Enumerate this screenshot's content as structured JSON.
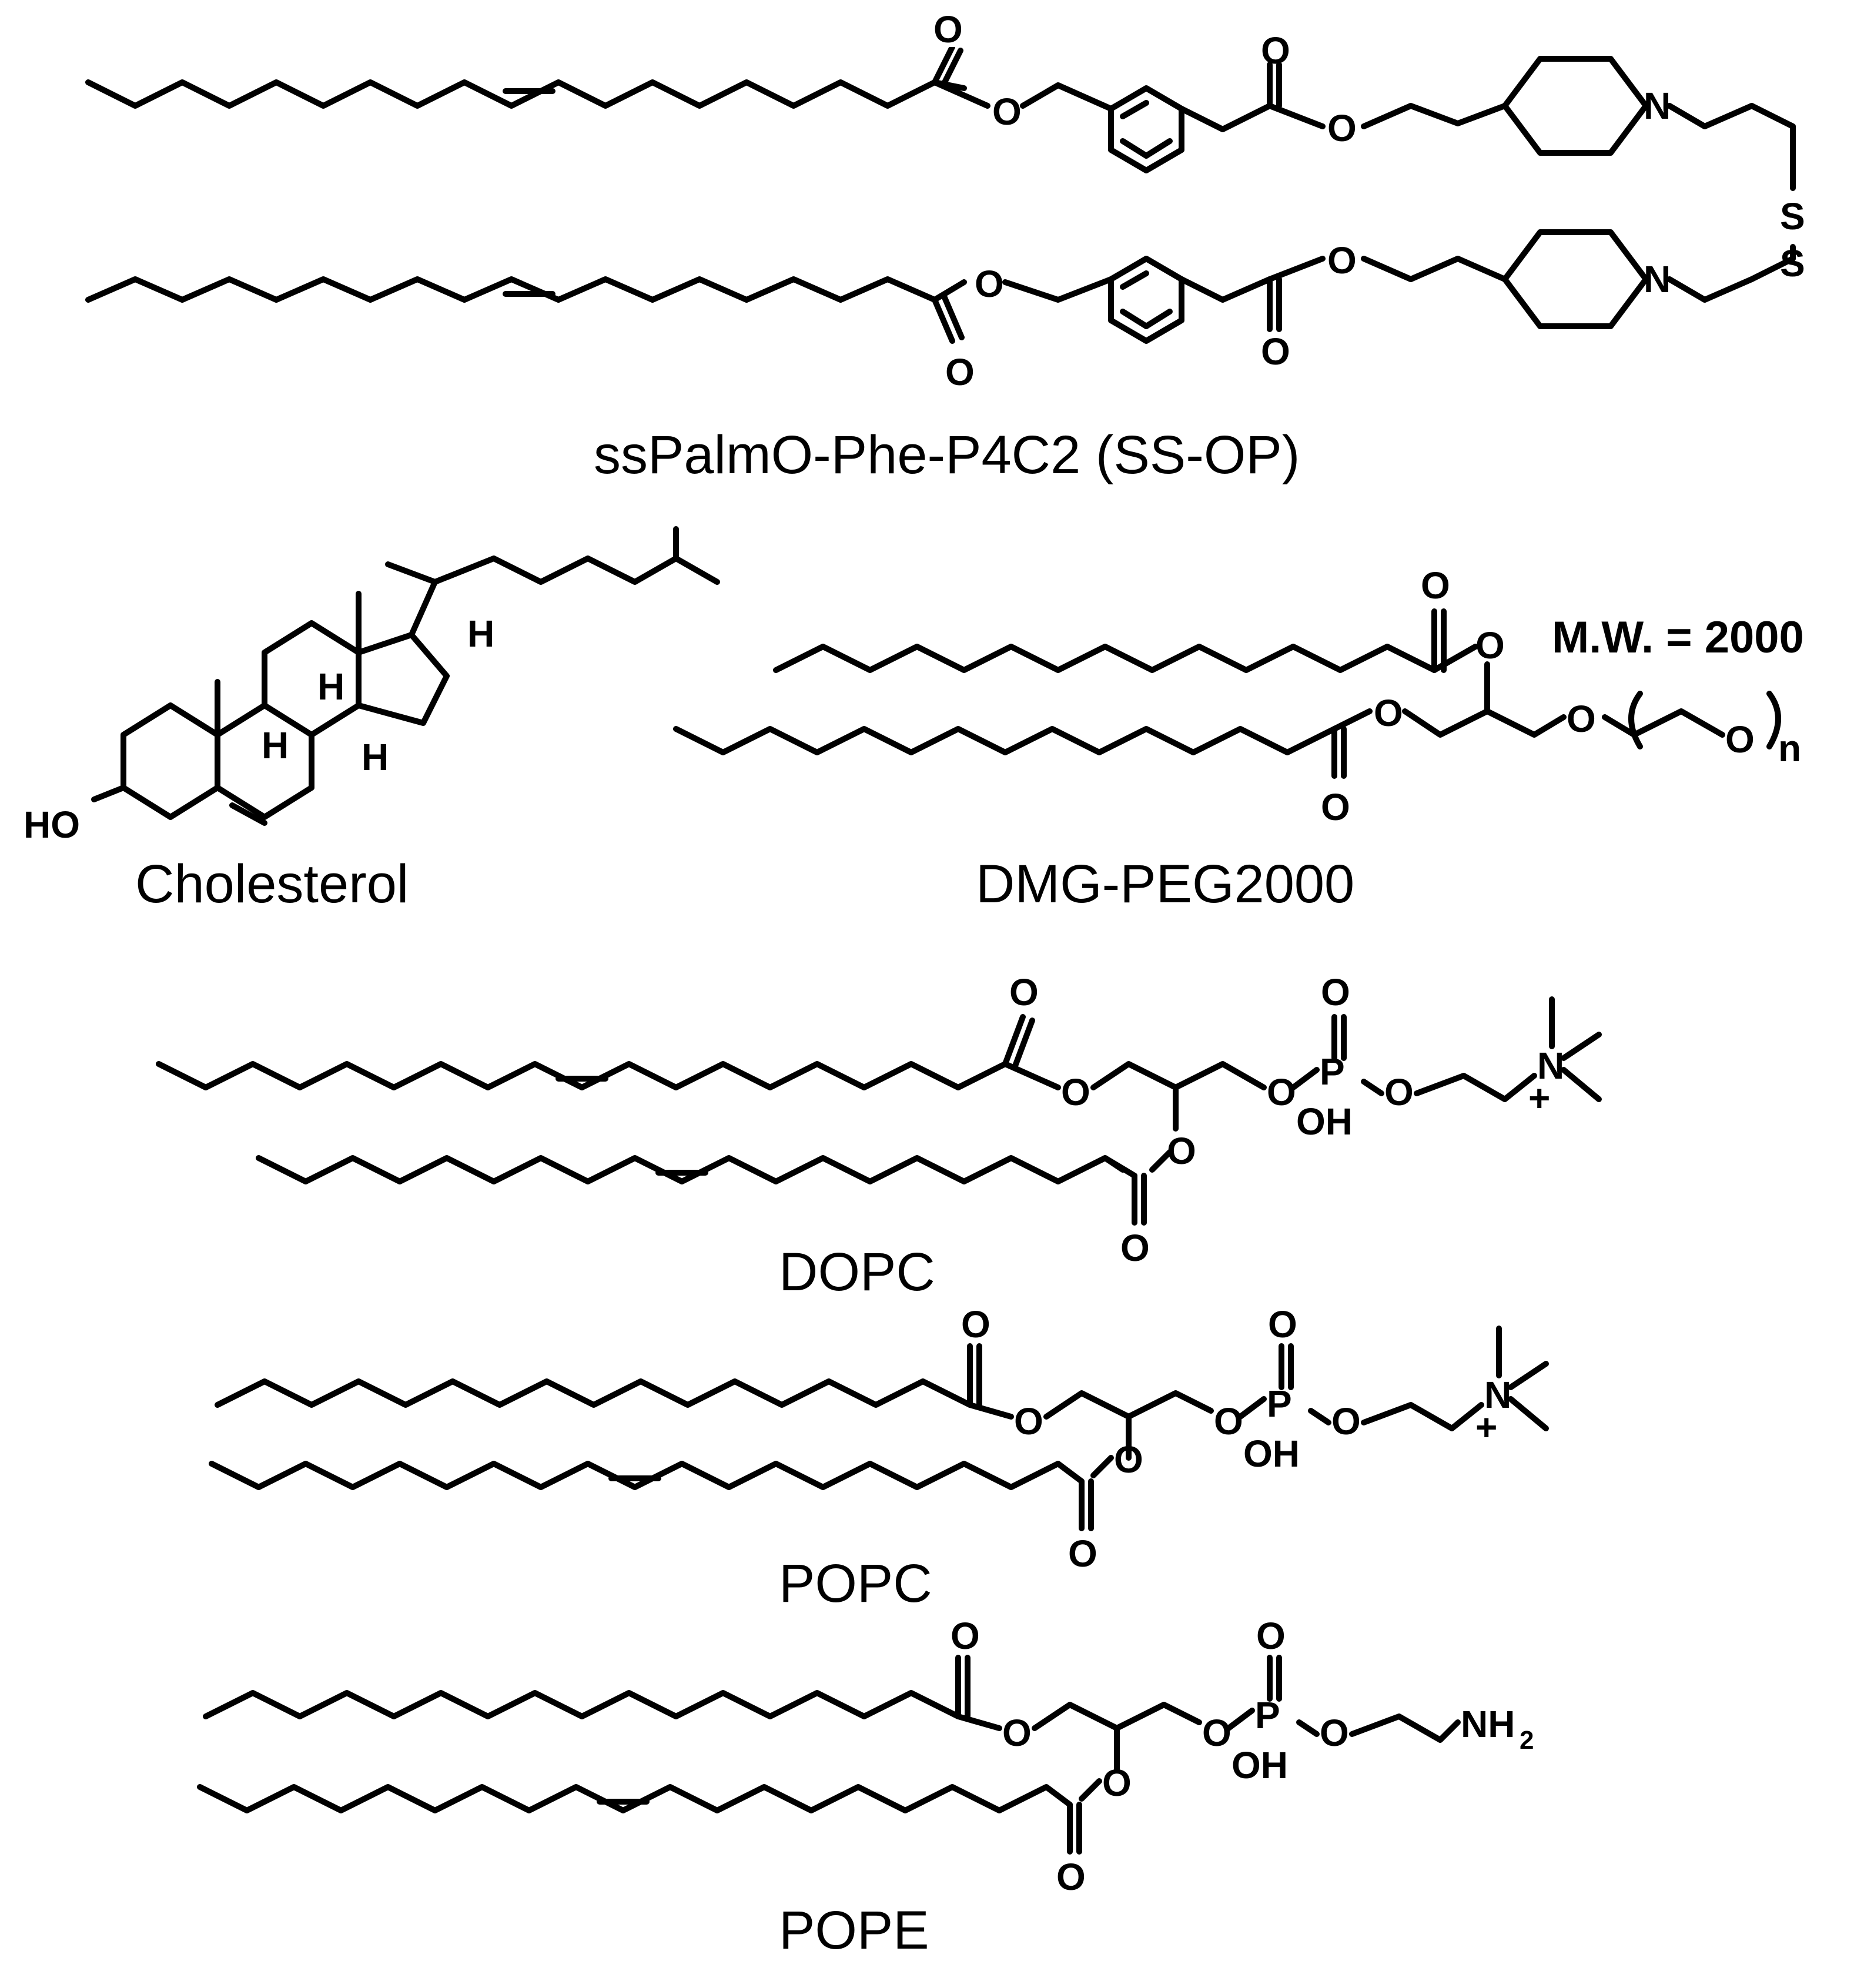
{
  "figure": {
    "background": "#ffffff",
    "ink": "#000000",
    "molecules": [
      {
        "id": "ssop",
        "caption": "ssPalmO-Phe-P4C2 (SS-OP)"
      },
      {
        "id": "cholesterol",
        "caption": "Cholesterol"
      },
      {
        "id": "dmg-peg",
        "caption": "DMG-PEG2000",
        "note": "M.W. = 2000"
      },
      {
        "id": "dopc",
        "caption": "DOPC"
      },
      {
        "id": "popc",
        "caption": "POPC"
      },
      {
        "id": "pope",
        "caption": "POPE"
      }
    ],
    "atom_labels": {
      "O": "O",
      "N": "N",
      "S": "S",
      "H": "H",
      "P": "P",
      "HO": "HO",
      "OH": "OH",
      "NH": "NH",
      "sub2": "2",
      "plus": "+",
      "n": "n"
    }
  }
}
